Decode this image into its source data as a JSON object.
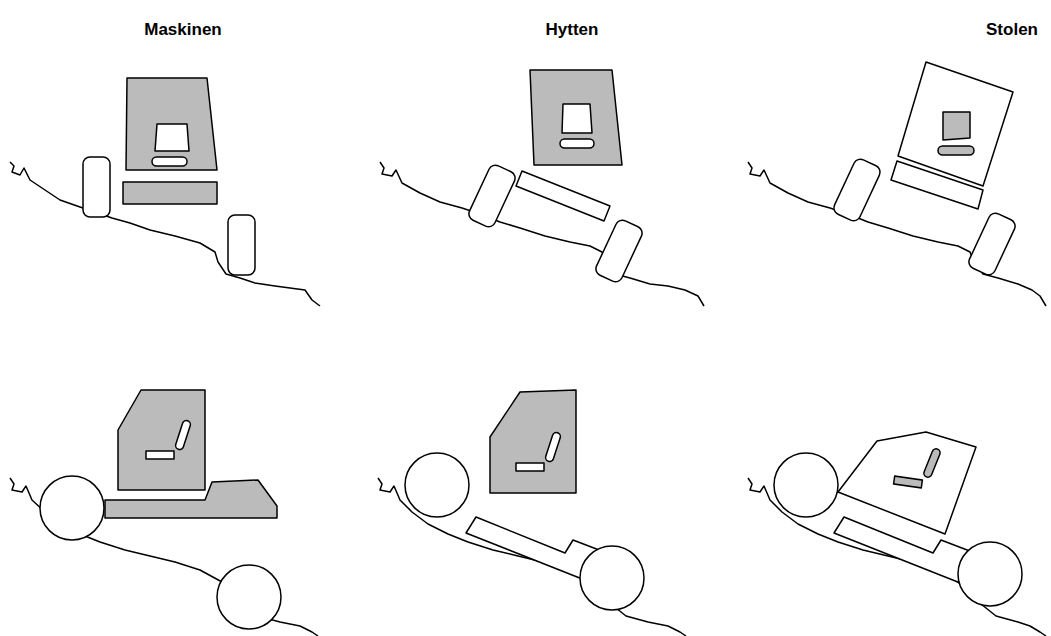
{
  "diagram": {
    "labels": [
      "Maskinen",
      "Hytten",
      "Stolen"
    ]
  }
}
